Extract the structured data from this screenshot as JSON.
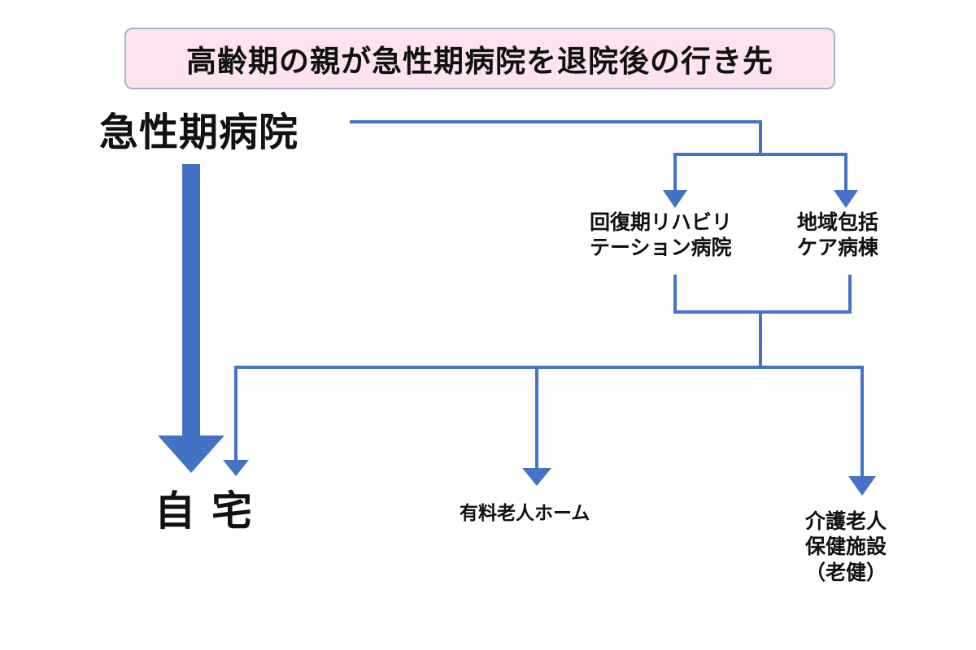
{
  "title": "高齢期の親が急性期病院を退院後の行き先",
  "colors": {
    "accent": "#4472c4",
    "title_bg": "#fde3ef",
    "title_border": "#a9b4c8"
  },
  "nodes": {
    "source": "急性期病院",
    "rehab_line1": "回復期リハビリ",
    "rehab_line2": "テーション病院",
    "chiiki_line1": "地域包括",
    "chiiki_line2": "ケア病棟",
    "home": "自宅",
    "yuryo": "有料老人ホーム",
    "roken_line1": "介護老人",
    "roken_line2": "保健施設",
    "roken_line3": "（老健）"
  }
}
